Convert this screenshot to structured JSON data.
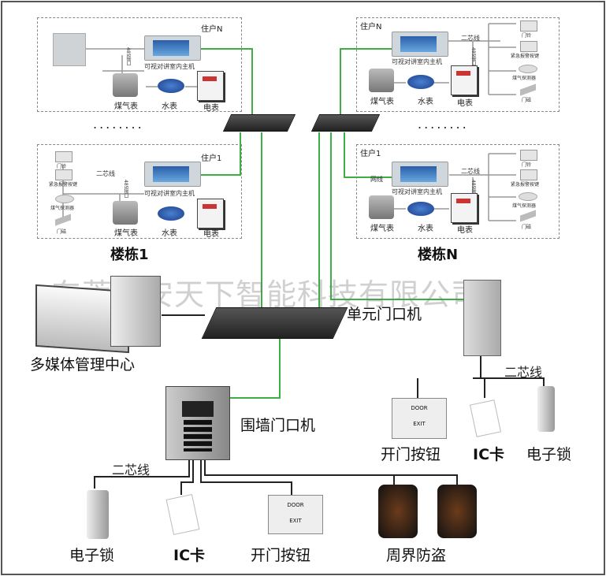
{
  "building1": {
    "title": "楼栋1",
    "dots": "........",
    "unitN": {
      "label": "住户N",
      "monitor": "可视对讲室内主机",
      "port": "485接口",
      "gas": "煤气表",
      "water": "水表",
      "electric": "电表"
    },
    "unit1": {
      "label": "住户1",
      "monitor": "可视对讲室内主机",
      "port": "485接口",
      "wire": "二芯线",
      "gas": "煤气表",
      "water": "水表",
      "electric": "电表",
      "devices": [
        "门铃",
        "紧急报警按键",
        "煤气探测器",
        "门磁"
      ]
    }
  },
  "buildingN": {
    "title": "楼栋N",
    "dots": "........",
    "unitN": {
      "label": "住户N",
      "monitor": "可视对讲室内主机",
      "port": "485接口",
      "wire": "二芯线",
      "gas": "煤气表",
      "water": "水表",
      "electric": "电表",
      "devices": [
        "门铃",
        "紧急报警按键",
        "煤气探测器",
        "门磁"
      ]
    },
    "unit1": {
      "label": "住户1",
      "monitor": "可视对讲室内主机",
      "port": "485接口",
      "wire": "二芯线",
      "net": "网线",
      "gas": "煤气表",
      "water": "水表",
      "electric": "电表",
      "devices": [
        "门铃",
        "紧急报警按键",
        "煤气探测器",
        "门磁"
      ]
    }
  },
  "watermark": "东莞市安天下智能科技有限公司",
  "center": {
    "label": "多媒体管理中心"
  },
  "unit_door": {
    "label": "单元门口机",
    "wire": "二芯线",
    "items": [
      "开门按钮",
      "IC卡",
      "电子锁"
    ],
    "button_text": "DOOR",
    "button_exit": "EXIT"
  },
  "wall_door": {
    "label": "围墙门口机",
    "wire": "二芯线",
    "items": [
      "电子锁",
      "IC卡",
      "开门按钮",
      "周界防盗"
    ],
    "button_text": "DOOR",
    "button_exit": "EXIT"
  },
  "colors": {
    "network_line": "#3cb043",
    "wire": "#222222"
  }
}
